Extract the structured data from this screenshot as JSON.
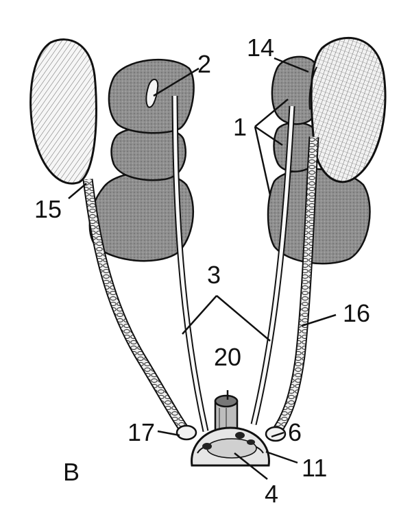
{
  "panel_letter": "B",
  "labels": {
    "l1": "1",
    "l2": "2",
    "l3": "3",
    "l4": "4",
    "l6": "6",
    "l11": "11",
    "l14": "14",
    "l15": "15",
    "l16": "16",
    "l17": "17",
    "l20": "20"
  },
  "colors": {
    "background": "#ffffff",
    "kidney_fill": "#8a8a8a",
    "line": "#111111",
    "pale_fill": "#f4f4f4"
  }
}
